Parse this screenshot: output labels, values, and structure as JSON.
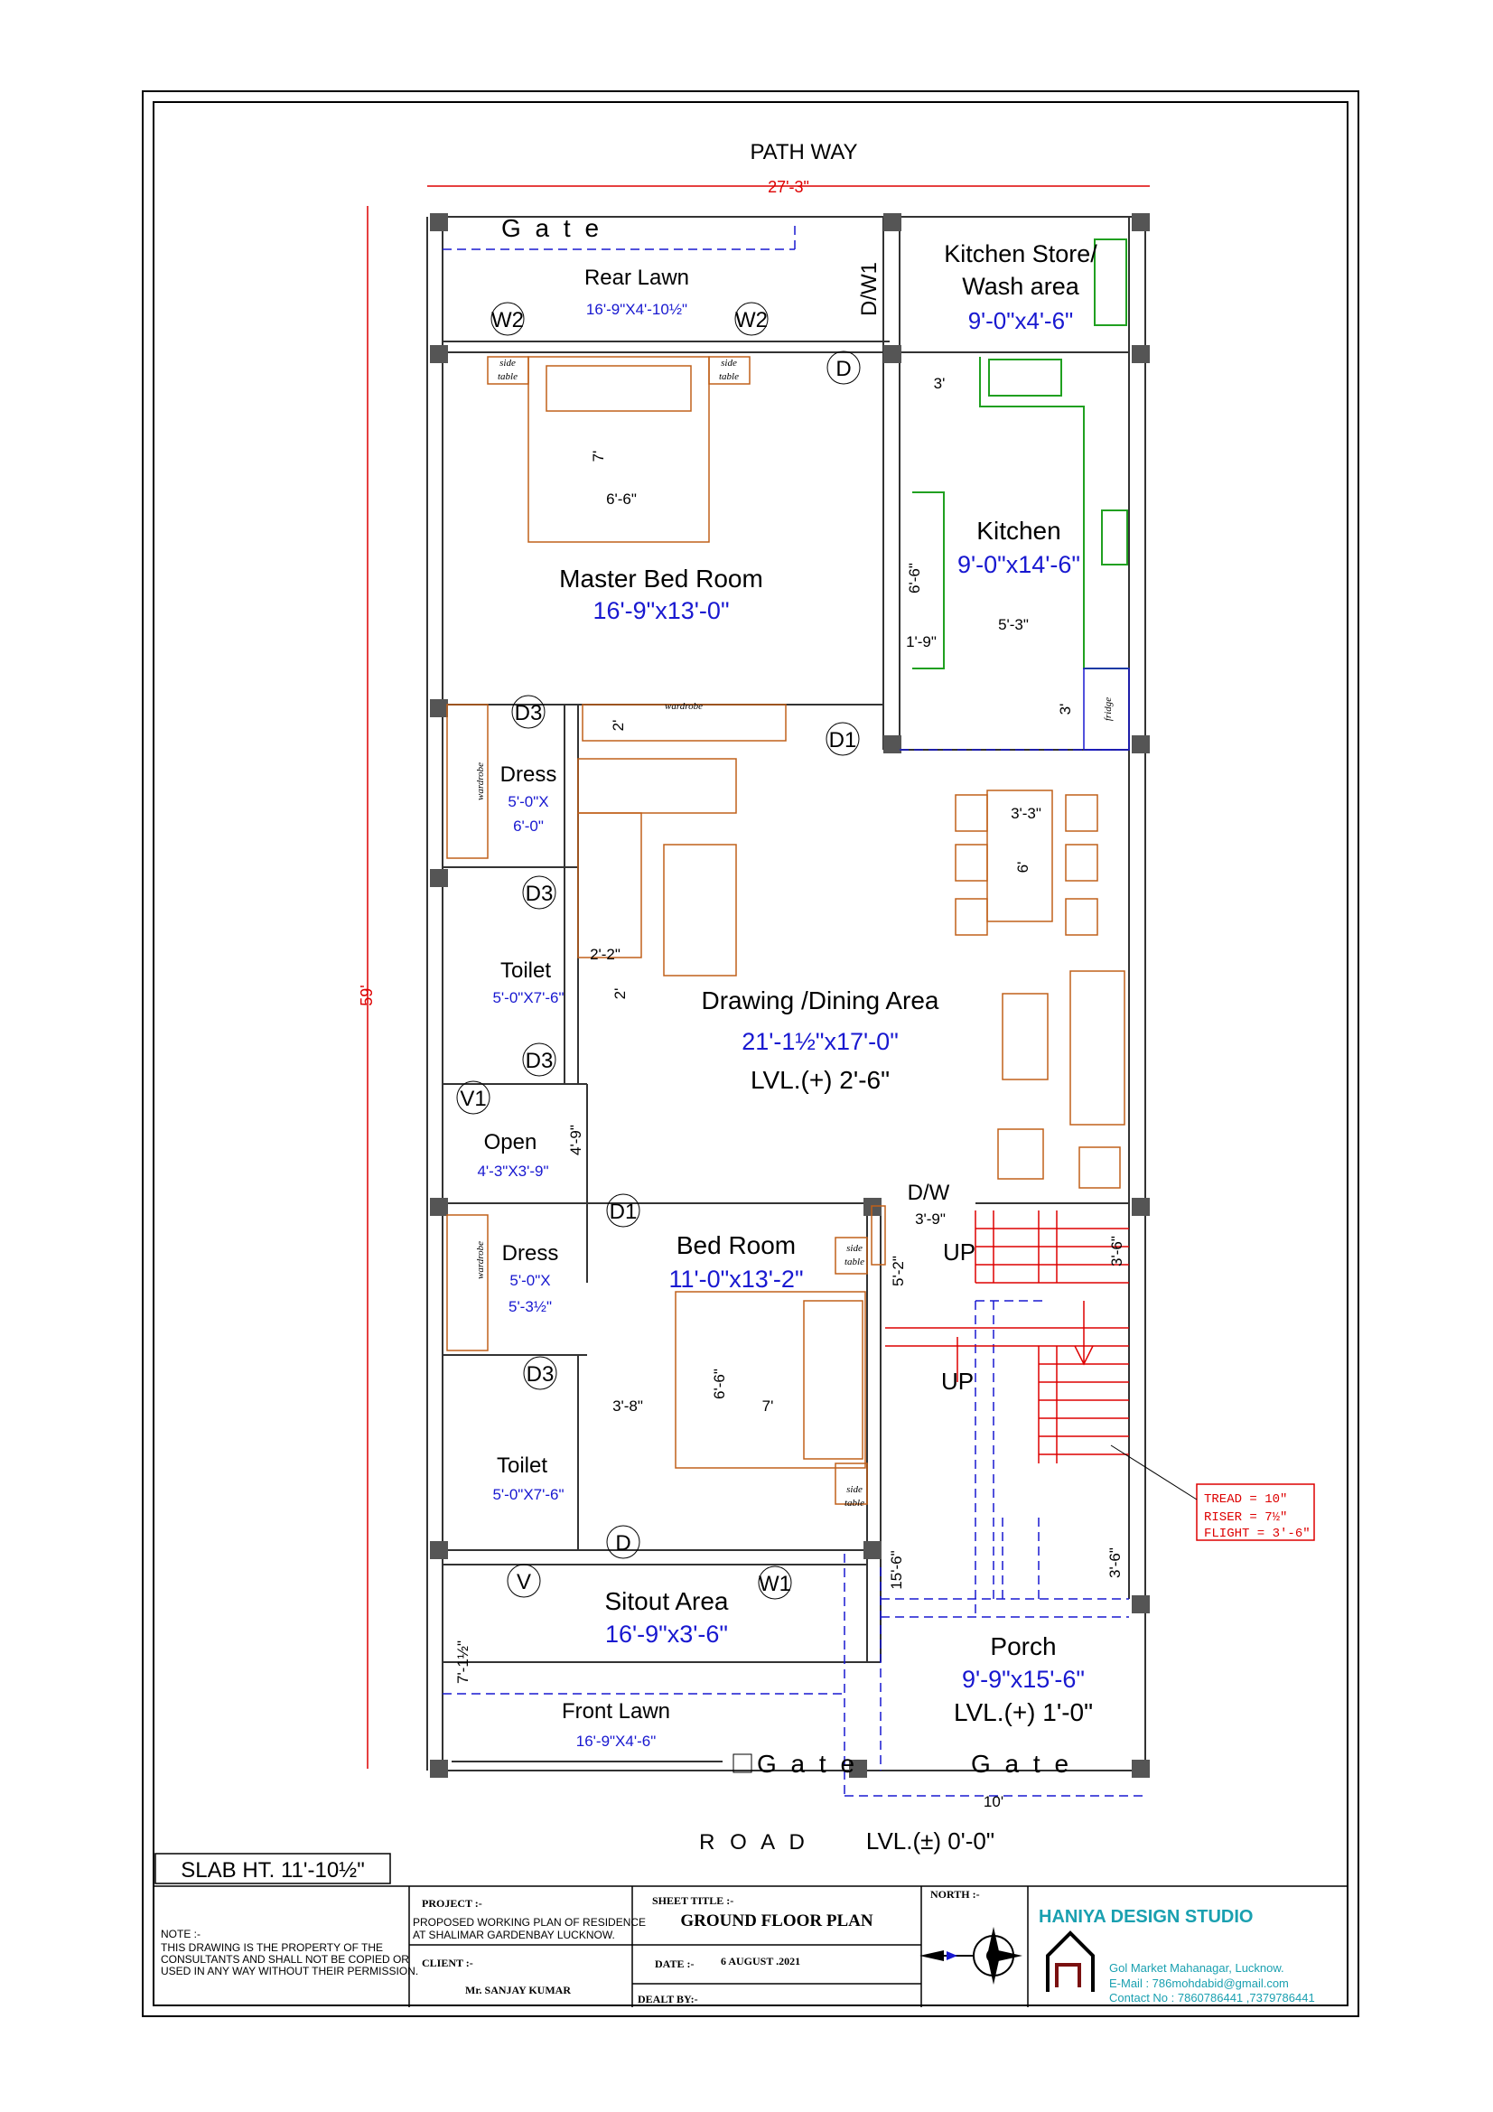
{
  "header": {
    "pathway": "PATH WAY",
    "width_dim": "27'-3\"",
    "height_dim": "59'"
  },
  "rooms": {
    "rear_lawn": {
      "name": "Rear Lawn",
      "size": "16'-9\"X4'-10½\""
    },
    "kitchen_store": {
      "name1": "Kitchen Store/",
      "name2": "Wash area",
      "size": "9'-0\"x4'-6\""
    },
    "kitchen": {
      "name": "Kitchen",
      "size": "9'-0\"x14'-6\""
    },
    "master_bed": {
      "name": "Master Bed Room",
      "size": "16'-9\"x13'-0\""
    },
    "dress1": {
      "name": "Dress",
      "size1": "5'-0\"X",
      "size2": "6'-0\""
    },
    "toilet1": {
      "name": "Toilet",
      "size": "5'-0\"X7'-6\""
    },
    "drawing": {
      "name": "Drawing /Dining Area",
      "size": "21'-1½\"x17'-0\"",
      "level": "LVL.(+) 2'-6\""
    },
    "open": {
      "name": "Open",
      "size": "4'-3\"X3'-9\""
    },
    "dress2": {
      "name": "Dress",
      "size1": "5'-0\"X",
      "size2": "5'-3½\""
    },
    "bed": {
      "name": "Bed Room",
      "size": "11'-0\"x13'-2\""
    },
    "toilet2": {
      "name": "Toilet",
      "size": "5'-0\"X7'-6\""
    },
    "sitout": {
      "name": "Sitout Area",
      "size": "16'-9\"x3'-6\""
    },
    "front_lawn": {
      "name": "Front Lawn",
      "size": "16'-9\"X4'-6\""
    },
    "porch": {
      "name": "Porch",
      "size": "9'-9\"x15'-6\"",
      "level": "LVL.(+) 1'-0\""
    }
  },
  "labels": {
    "gate": "G a t e",
    "d": "D",
    "d1": "D1",
    "d3": "D3",
    "w1": "W1",
    "w2": "W2",
    "v": "V",
    "v1": "V1",
    "dw1": "D/W1",
    "dw": "D/W",
    "up": "UP",
    "wardrobe": "wardrobe",
    "side_table_1": "side",
    "side_table_2": "table",
    "fridge": "fridge"
  },
  "dims": {
    "d3ft": "3'",
    "d6ft6a": "6'-6\"",
    "d7": "7'",
    "d6ft6b": "6'-6\"",
    "d1ft9": "1'-9\"",
    "d5ft3": "5'-3\"",
    "d3ftb": "3'",
    "d2ft": "2'",
    "d3ft3": "3'-3\"",
    "d6ft": "6'",
    "d2ft2": "2'-2\"",
    "d2ftb": "2'",
    "d4ft9": "4'-9\"",
    "d3ft9": "3'-9\"",
    "d3ft6a": "3'-6\"",
    "d5ft2": "5'-2\"",
    "d3ft8": "3'-8\"",
    "d6ft6c": "6'-6\"",
    "d7b": "7'",
    "d15ft6": "15'-6\"",
    "d3ft6b": "3'-6\"",
    "d7ft": "7'-1½\"",
    "d10": "10'"
  },
  "stair_note": {
    "tread": "TREAD = 10\"",
    "riser": "RISER = 7½\"",
    "flight": "FLIGHT = 3'-6\""
  },
  "road": {
    "label": "R O A D",
    "level": "LVL.(±) 0'-0\""
  },
  "slab": "SLAB HT. 11'-10½\"",
  "title_block": {
    "note_head": "NOTE :-",
    "note1": "THIS DRAWING IS THE PROPERTY OF THE",
    "note2": "CONSULTANTS AND SHALL NOT BE COPIED OR",
    "note3": "USED IN ANY WAY WITHOUT THEIR PERMISSION.",
    "project_head": "PROJECT :-",
    "project1": "PROPOSED  WORKING PLAN OF RESIDENCE",
    "project2": "AT SHALIMAR GARDENBAY LUCKNOW.",
    "client_head": "CLIENT :-",
    "client": "Mr. SANJAY KUMAR",
    "sheet_head": "SHEET TITLE :-",
    "sheet": "GROUND  FLOOR  PLAN",
    "date_head": "DATE :-",
    "date": "6 AUGUST .2021",
    "dealt_head": "DEALT BY:-",
    "north_head": "NORTH :-",
    "studio": "HANIYA DESIGN STUDIO",
    "addr": "Gol Market Mahanagar, Lucknow.",
    "email": "E-Mail  :  786mohdabid@gmail.com",
    "contact": "Contact No :  7860786441 ,7379786441"
  },
  "colors": {
    "wall": "#555555",
    "furniture": "#c0601a",
    "dim": "#000000",
    "blue": "#1818d0",
    "red": "#dd0000",
    "green": "#20a020",
    "studio": "#1aa0b0"
  }
}
